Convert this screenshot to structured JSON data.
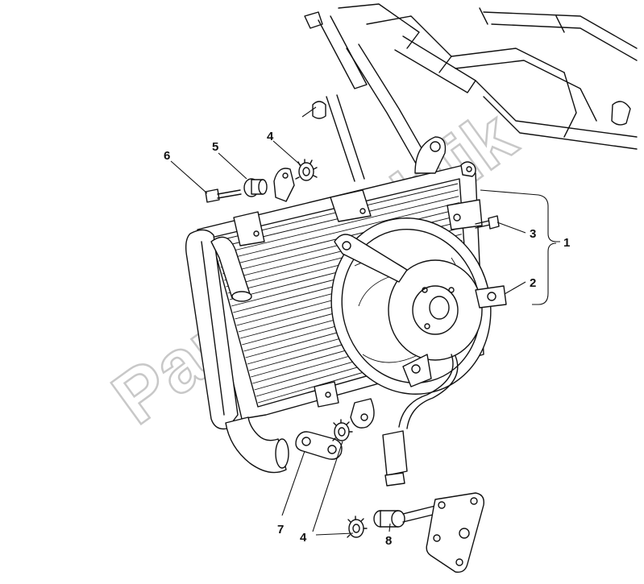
{
  "watermark": "Partsrepublik",
  "callouts": {
    "c1": "1",
    "c2": "2",
    "c3": "3",
    "c4_top": "4",
    "c4_bottom": "4",
    "c5": "5",
    "c6": "6",
    "c7": "7",
    "c8": "8"
  }
}
